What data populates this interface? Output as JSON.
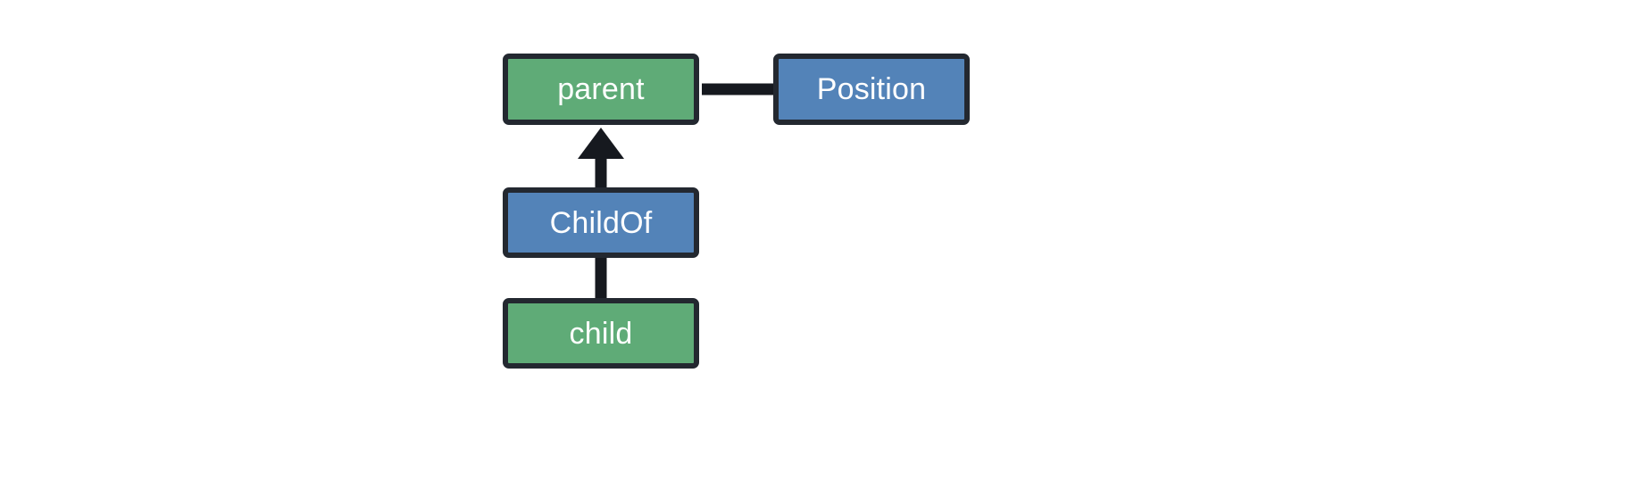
{
  "diagram": {
    "background_color": "#ffffff",
    "border_color": "#232830",
    "entity_color": "#5fab77",
    "component_color": "#5383b8",
    "edge_color": "#16191f",
    "label_color": "#ffffff",
    "nodes": [
      {
        "id": "parent",
        "label": "parent",
        "kind": "entity",
        "color": "#5fab77"
      },
      {
        "id": "position",
        "label": "Position",
        "kind": "component",
        "color": "#5383b8"
      },
      {
        "id": "childof",
        "label": "ChildOf",
        "kind": "component",
        "color": "#5383b8"
      },
      {
        "id": "child",
        "label": "child",
        "kind": "entity",
        "color": "#5fab77"
      }
    ],
    "edges": [
      {
        "id": "parent-to-position",
        "from": "parent",
        "to": "position",
        "label": "",
        "arrowhead": true,
        "direction": "right"
      },
      {
        "id": "childof-to-parent",
        "from": "childof",
        "to": "parent",
        "label": "",
        "arrowhead": true,
        "direction": "up"
      },
      {
        "id": "child-to-childof",
        "from": "child",
        "to": "childof",
        "label": "",
        "arrowhead": false,
        "direction": "up"
      }
    ]
  }
}
